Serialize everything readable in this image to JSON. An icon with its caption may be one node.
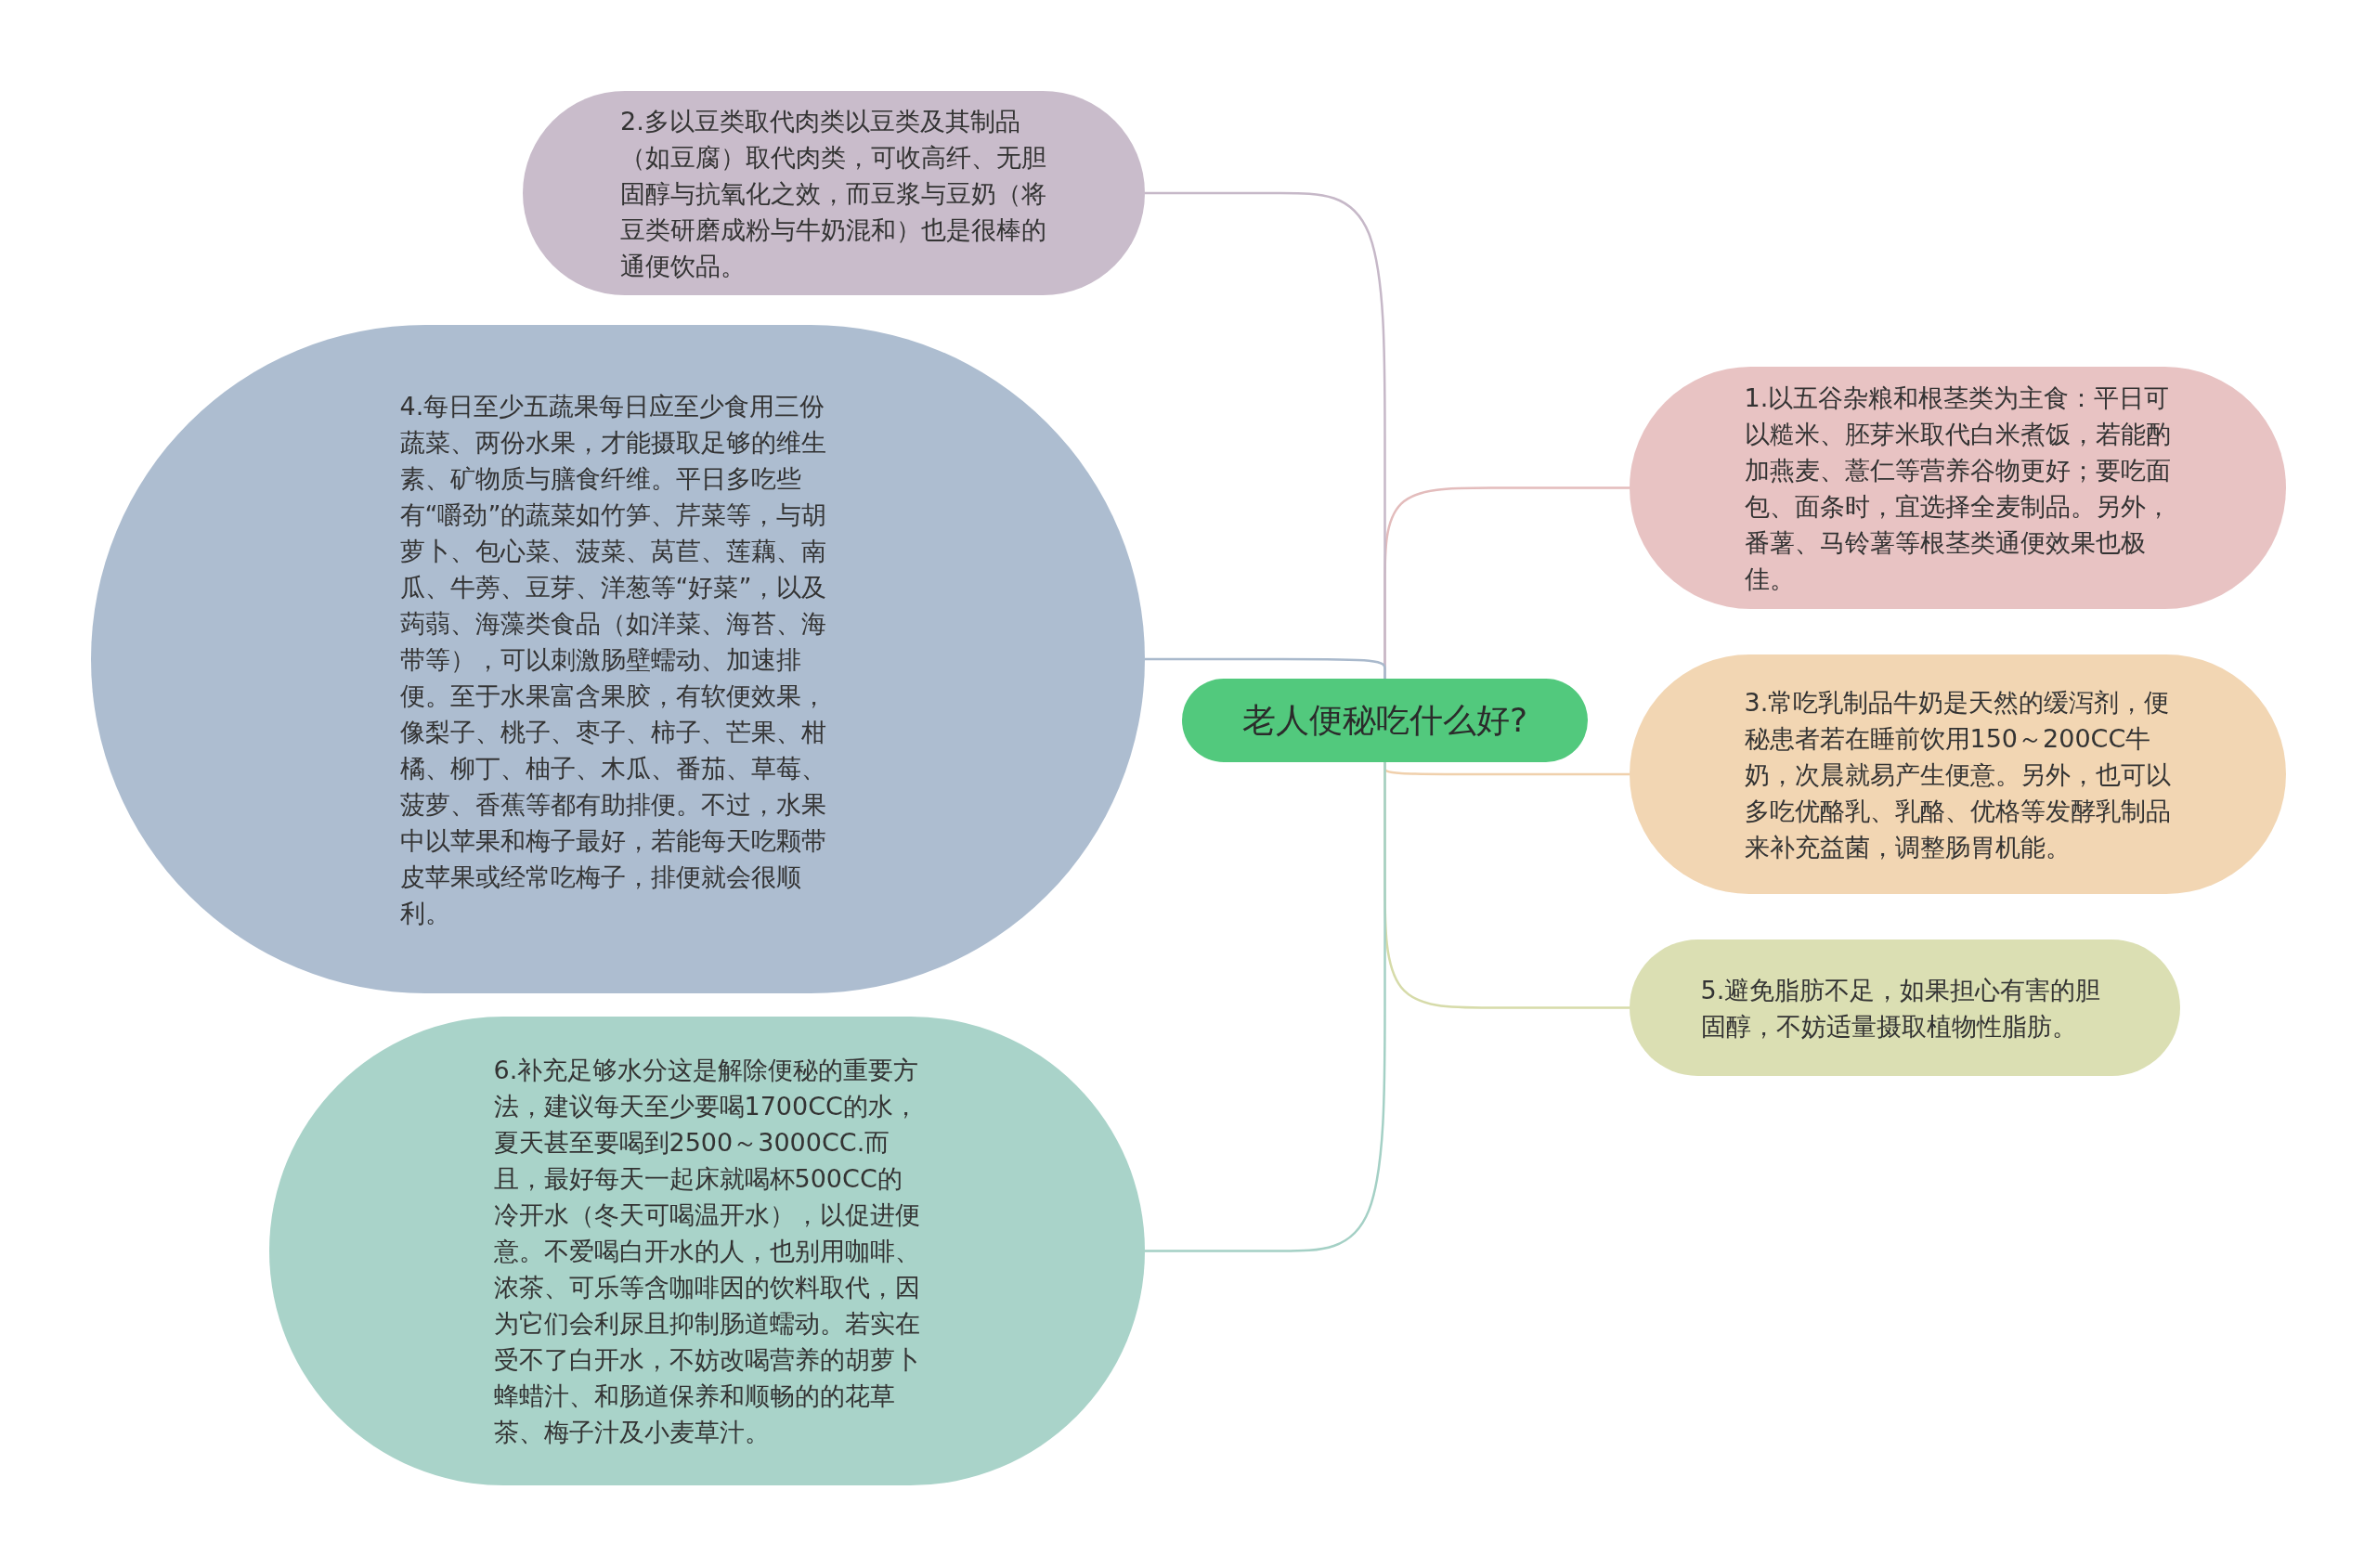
{
  "diagram": {
    "nodes": [
      {
        "text": [
          "老人便秘吃什么好?"
        ]
      },
      {
        "text": [
          "1.以五谷杂粮和根茎类为主食：平日可以糙米、胚芽米取代白米煮饭，若能酌加燕麦、薏仁等营养谷物更好；要吃面包、面条时，宜选择全麦制品。另外，番薯、马铃薯等根茎类通便效果也极佳。"
        ]
      },
      {
        "text": [
          "2.多以豆类取代肉类以豆类及其制品（如豆腐）取代肉类，可收高纤、无胆固醇与抗氧化之效，而豆浆与豆奶（将豆类研磨成粉与牛奶混和）也是很棒的通便饮品。"
        ]
      },
      {
        "text": [
          "3.常吃乳制品牛奶是天然的缓泻剂，便秘患者若在睡前饮用150～200CC牛奶，次晨就易产生便意。另外，也可以多吃优酪乳、乳酪、优格等发酵乳制品来补充益菌，调整肠胃机能。"
        ]
      },
      {
        "text": [
          "4.每日至少五蔬果每日应至少食用三份蔬菜、两份水果，才能摄取足够的维生素、矿物质与膳食纤维。平日多吃些有“嚼劲”的蔬菜如竹笋、芹菜等，与胡萝卜、包心菜、菠菜、莴苣、莲藕、南瓜、牛蒡、豆芽、洋葱等“好菜”，以及蒟蒻、海藻类食品（如洋菜、海苔、海带等），可以刺激肠壁蠕动、加速排便。至于水果富含果胶，有软便效果，像梨子、桃子、枣子、柿子、芒果、柑橘、柳丁、柚子、木瓜、番茄、草莓、菠萝、香蕉等都有助排便。不过，水果中以苹果和梅子最好，若能每天吃颗带皮苹果或经常吃梅子，排便就会很顺利。"
        ]
      },
      {
        "text": [
          "5.避免脂肪不足，如果担心有害的胆固醇，不妨适量摄取植物性脂肪。"
        ]
      },
      {
        "text": [
          "6.补充足够水分这是解除便秘的重要方法，建议每天至少要喝1700CC的水，夏天甚至要喝到2500～3000CC.而且，最好每天一起床就喝杯500CC的冷开水（冬天可喝温开水），以促进便意。不爱喝白开水的人，也别用咖啡、浓茶、可乐等含咖啡因的饮料取代，因为它们会利尿且抑制肠道蠕动。若实在受不了白开水，不妨改喝营养的胡萝卜蜂蜡汁、和肠道保养和顺畅的的花草茶、梅子汁及小麦草汁。"
        ]
      }
    ],
    "edges": [
      {
        "from": 0,
        "to": 1,
        "arrow": "none",
        "color": "#e3bcbc"
      },
      {
        "from": 0,
        "to": 2,
        "arrow": "none",
        "color": "#c6b8c8"
      },
      {
        "from": 0,
        "to": 3,
        "arrow": "none",
        "color": "#f0d0ac"
      },
      {
        "from": 0,
        "to": 4,
        "arrow": "none",
        "color": "#a9b9cc"
      },
      {
        "from": 0,
        "to": 5,
        "arrow": "none",
        "color": "#d6dba9"
      },
      {
        "from": 0,
        "to": 6,
        "arrow": "none",
        "color": "#a4d0c5"
      }
    ]
  }
}
